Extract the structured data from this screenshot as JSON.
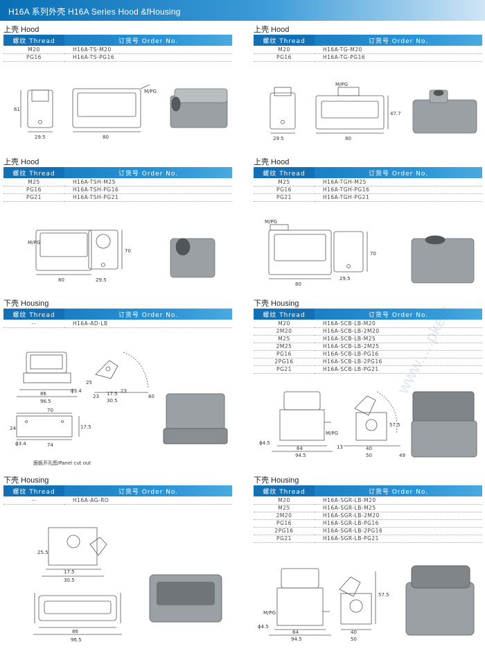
{
  "banner": {
    "title": "H16A 系列外壳  H16A Series Hood &fHousing"
  },
  "common": {
    "thread_label": "螺纹 Thread",
    "order_label": "订货号 Order No."
  },
  "sections": [
    {
      "heading": "上壳 Hood",
      "rows": [
        [
          "M20",
          "H16A-TS-M20"
        ],
        [
          "PG16",
          "H16A-TS-PG16"
        ]
      ]
    },
    {
      "heading": "上壳 Hood",
      "rows": [
        [
          "M20",
          "H16A-TG-M20"
        ],
        [
          "PG16",
          "H16A-TG-PG16"
        ]
      ]
    },
    {
      "heading": "上壳 Hood",
      "rows": [
        [
          "M25",
          "H16A-TSH-M25"
        ],
        [
          "PG16",
          "H16A-TSH-PG16"
        ],
        [
          "PG21",
          "H16A-TSH-PG21"
        ]
      ]
    },
    {
      "heading": "上壳 Hood",
      "rows": [
        [
          "M25",
          "H16A-TGH-M25"
        ],
        [
          "PG16",
          "H16A-TGH-PG16"
        ],
        [
          "PG21",
          "H16A-TGH-PG21"
        ]
      ]
    },
    {
      "heading": "下壳 Housing",
      "rows": [
        [
          "--",
          "H16A-AD-LB"
        ]
      ]
    },
    {
      "heading": "下壳 Housing",
      "rows": [
        [
          "M20",
          "H16A-SCB-LB-M20"
        ],
        [
          "2M20",
          "H16A-SCB-LB-2M20"
        ],
        [
          "M25",
          "H16A-SCB-LB-M25"
        ],
        [
          "2M25",
          "H16A-SCB-LB-2M25"
        ],
        [
          "PG16",
          "H16A-SCB-LB-PG16"
        ],
        [
          "2PG16",
          "H16A-SCB-LB-2PG16"
        ],
        [
          "PG21",
          "H16A-SCB-LB-PG21"
        ]
      ]
    },
    {
      "heading": "下壳 Housing",
      "rows": [
        [
          "--",
          "H16A-AG-RO"
        ]
      ]
    },
    {
      "heading": "下壳 Housing",
      "rows": [
        [
          "M20",
          "H16A-SGR-LB-M20"
        ],
        [
          "M25",
          "H16A-SGR-LB-M25"
        ],
        [
          "2M20",
          "H16A-SGR-LB-2M20"
        ],
        [
          "PG16",
          "H16A-SGR-LB-PG16"
        ],
        [
          "2PG16",
          "H16A-SGR-LB-2PG16"
        ],
        [
          "PG21",
          "H16A-SGR-LB-PG21"
        ]
      ]
    }
  ],
  "dims": {
    "ts": {
      "h": "61",
      "w1": "29.5",
      "w2": "80",
      "thread": "M/PG"
    },
    "tg": {
      "h": "47.7",
      "w1": "29.5",
      "w2": "80",
      "thread": "M/PG"
    },
    "tsh": {
      "thread": "M/PG",
      "w1": "80",
      "w2": "29.5",
      "h": "70"
    },
    "tgh": {
      "thread": "M/PG",
      "w1": "80",
      "w2": "29.5",
      "h": "70"
    },
    "ad": {
      "d1": "86",
      "d2": "96.5",
      "hole": "ϕ3.4",
      "h": "25",
      "a": "23",
      "b": "17.5",
      "c": "23",
      "d": "30.5",
      "e": "60",
      "cut_w": "70",
      "cut_h": "24",
      "cut_hole": "ϕ3.4",
      "cut_w2": "74",
      "cut_h2": "17.5"
    },
    "ad_caption": "面板开孔图/Panel cut out",
    "scb": {
      "hole": "ϕ4.5",
      "thread": "M/PG",
      "d1": "64",
      "d2": "94.5",
      "h": "57.5",
      "a": "13",
      "b": "40",
      "c": "50",
      "d": "49"
    },
    "ag": {
      "h": "25.5",
      "a": "17.5",
      "b": "30.5",
      "d1": "86",
      "d2": "96.5"
    },
    "sgr": {
      "hole": "ϕ4.5",
      "thread": "M/PG",
      "d1": "64",
      "d2": "94.5",
      "h": "57.5",
      "a": "40",
      "b": "50"
    }
  },
  "watermark": "www.....pkelc"
}
